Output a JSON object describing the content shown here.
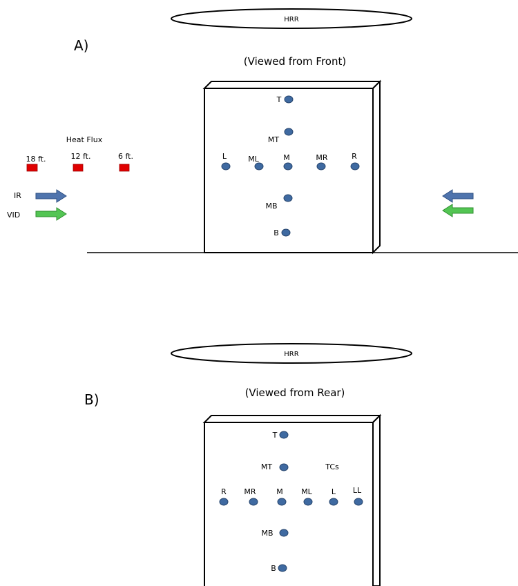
{
  "colors": {
    "tc_fill": "#3f6aa1",
    "tc_stroke": "#28466e",
    "flux_red": "#e00000",
    "ir_blue": "#4f74ad",
    "vid_green": "#53c553"
  },
  "panel_a": {
    "label": "A)",
    "hrr": "HRR",
    "view": "(Viewed from Front)",
    "heat_flux": {
      "title": "Heat Flux",
      "distances": [
        "18 ft.",
        "12 ft.",
        "6 ft."
      ]
    },
    "ir_label": "IR",
    "vid_label": "VID",
    "tc_labels": {
      "T": "T",
      "MT": "MT",
      "L": "L",
      "ML": "ML",
      "M": "M",
      "MR": "MR",
      "R": "R",
      "MB": "MB",
      "B": "B"
    }
  },
  "panel_b": {
    "label": "B)",
    "hrr": "HRR",
    "view": "(Viewed from Rear)",
    "tcs_label": "TCs",
    "tc_labels": {
      "T": "T",
      "MT": "MT",
      "R": "R",
      "MR": "MR",
      "M": "M",
      "ML": "ML",
      "L": "L",
      "LL": "LL",
      "MB": "MB",
      "B": "B"
    }
  }
}
